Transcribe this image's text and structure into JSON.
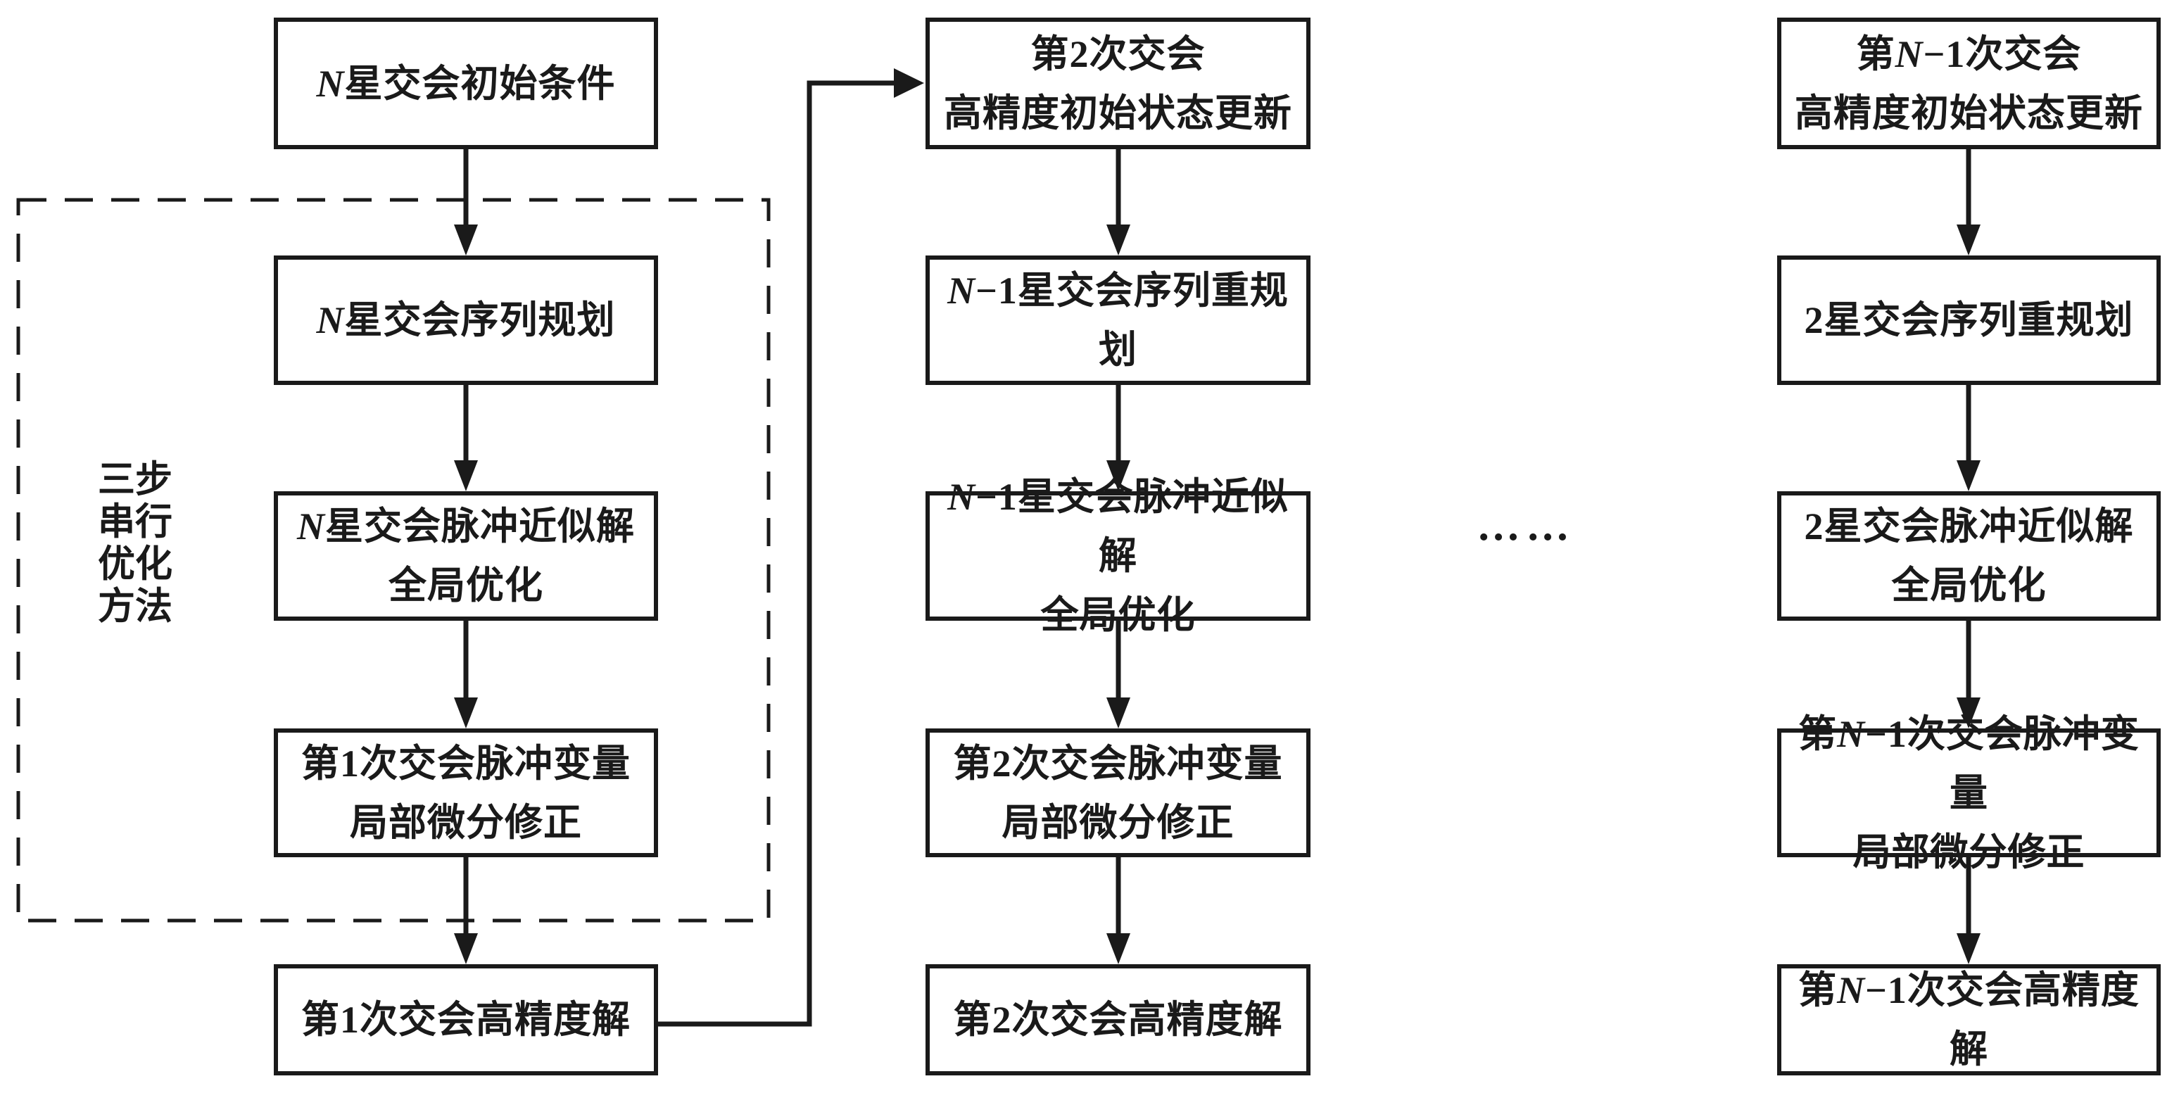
{
  "diagram": {
    "title_hint": "three-step serial optimization flowchart",
    "side_label": "三步\n串行\n优化\n方法",
    "ellipsis": "……",
    "colors": {
      "ink": "#1a1a1a",
      "background": "#ffffff"
    },
    "columns": [
      {
        "boxes": [
          "N星交会初始条件",
          "N星交会序列规划",
          "N星交会脉冲近似解\n全局优化",
          "第1次交会脉冲变量\n局部微分修正",
          "第1次交会高精度解"
        ]
      },
      {
        "boxes": [
          "第2次交会\n高精度初始状态更新",
          "N−1星交会序列重规划",
          "N−1星交会脉冲近似解\n全局优化",
          "第2次交会脉冲变量\n局部微分修正",
          "第2次交会高精度解"
        ]
      },
      {
        "boxes": [
          "第N−1次交会\n高精度初始状态更新",
          "2星交会序列重规划",
          "2星交会脉冲近似解\n全局优化",
          "第N−1次交会脉冲变量\n局部微分修正",
          "第N−1次交会高精度解"
        ]
      }
    ]
  }
}
